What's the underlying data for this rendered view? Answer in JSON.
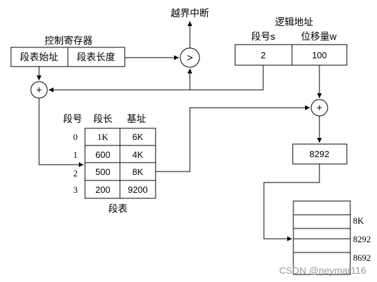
{
  "labels": {
    "overflow": "越界中断",
    "control_register": "控制寄存器",
    "logical_address": "逻辑地址",
    "segment_number": "段号s",
    "offset": "位移量w",
    "segment_table": "段表",
    "physical_address": "8292"
  },
  "control_register": {
    "base_field": "段表始址",
    "length_field": "段表长度"
  },
  "logical_address_values": {
    "segment": "2",
    "offset": "100"
  },
  "compare_symbol": ">",
  "adder_symbol": "+",
  "segment_table": {
    "headers": [
      "段号",
      "段长",
      "基址"
    ],
    "rows": [
      {
        "seg": "0",
        "length": "1K",
        "base": "6K"
      },
      {
        "seg": "1",
        "length": "600",
        "base": "4K"
      },
      {
        "seg": "2",
        "length": "500",
        "base": "8K"
      },
      {
        "seg": "3",
        "length": "200",
        "base": "9200"
      }
    ]
  },
  "memory_marks": [
    "8K",
    "8292",
    "8692"
  ],
  "watermark": "CSDN @neymar116"
}
